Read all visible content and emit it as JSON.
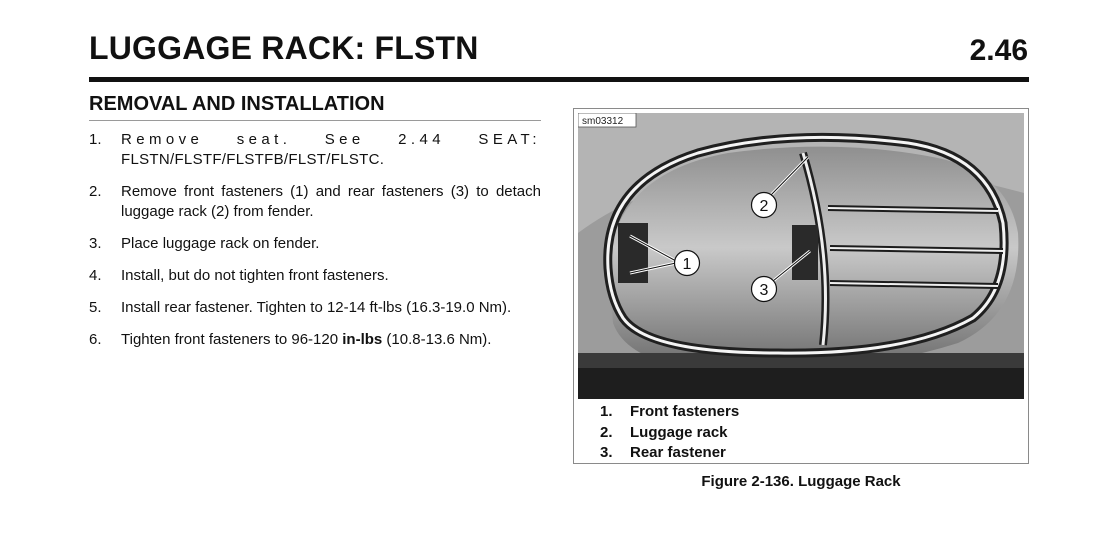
{
  "header": {
    "title": "LUGGAGE RACK: FLSTN",
    "page_number": "2.46"
  },
  "section": {
    "title": "REMOVAL AND INSTALLATION"
  },
  "steps": [
    {
      "number": "1.",
      "line1": "Remove seat. See 2.44 SEAT:",
      "line2": "FLSTN/FLSTF/FLSTFB/FLST/FLSTC."
    },
    {
      "number": "2.",
      "text": "Remove front fasteners (1) and rear fasteners (3) to detach luggage rack (2) from fender."
    },
    {
      "number": "3.",
      "text": "Place luggage rack on fender."
    },
    {
      "number": "4.",
      "text": "Install, but do not tighten front fasteners."
    },
    {
      "number": "5.",
      "text": "Install rear fastener. Tighten to 12-14 ft-lbs (16.3-19.0 Nm)."
    },
    {
      "number": "6.",
      "text_before": "Tighten front fasteners to 96-120 ",
      "text_bold": "in-lbs",
      "text_after": " (10.8-13.6 Nm)."
    }
  ],
  "figure": {
    "image_id": "sm03312",
    "callouts": [
      "1",
      "2",
      "3"
    ],
    "legend": [
      {
        "number": "1.",
        "label": "Front fasteners"
      },
      {
        "number": "2.",
        "label": "Luggage rack"
      },
      {
        "number": "3.",
        "label": "Rear fastener"
      }
    ],
    "caption": "Figure 2-136. Luggage Rack"
  }
}
